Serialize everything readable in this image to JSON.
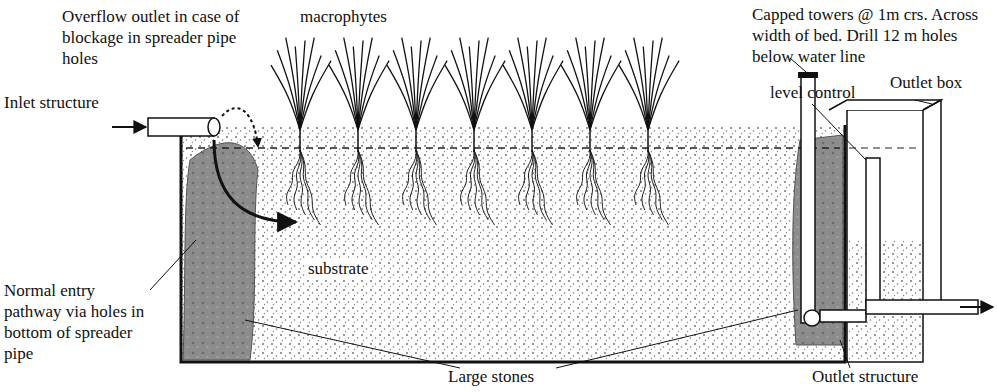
{
  "diagram": {
    "labels": [
      "Overflow outlet in case of blockage in spreader pipe holes",
      "macrophytes",
      "Capped towers @ 1m crs. Across width of bed. Drill 12 m holes below water line",
      "Inlet structure",
      "level control",
      "Outlet box",
      "Normal entry pathway via holes in bottom of spreader pipe",
      "substrate",
      "Large stones",
      "Outlet structure"
    ]
  }
}
